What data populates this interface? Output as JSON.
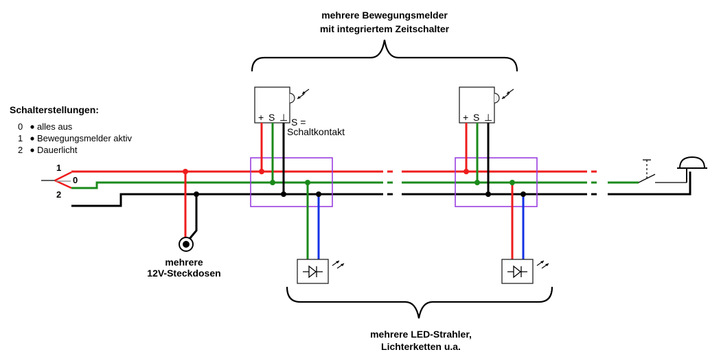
{
  "labels": {
    "sensors_line1": "mehrere Bewegungsmelder",
    "sensors_line2": "mit integriertem Zeitschalter",
    "switch_title": "Schalterstellungen:",
    "switch_positions": [
      {
        "num": "0",
        "label": "alles aus"
      },
      {
        "num": "1",
        "label": "Bewegungsmelder aktiv"
      },
      {
        "num": "2",
        "label": "Dauerlicht"
      }
    ],
    "s_equals": "S =",
    "schaltkontakt": "Schaltkontakt",
    "sockets_line1": "mehrere",
    "sockets_line2": "12V-Steckdosen",
    "leds_line1": "mehrere LED-Strahler,",
    "leds_line2": "Lichterketten u.a.",
    "switch_pos_1": "1",
    "switch_pos_0": "0",
    "switch_pos_2": "2"
  },
  "sensor_terminals": {
    "plus": "+",
    "s": "S",
    "ground": "⊥"
  },
  "colors": {
    "red": "#ee1c1c",
    "green": "#1a8a1a",
    "black": "#000000",
    "blue": "#1432e6",
    "junction_box": "#9a3ee0"
  },
  "icons": [
    "motion-sensor-icon",
    "led-lamp-icon",
    "socket-icon",
    "push-button-icon",
    "bell-icon"
  ]
}
